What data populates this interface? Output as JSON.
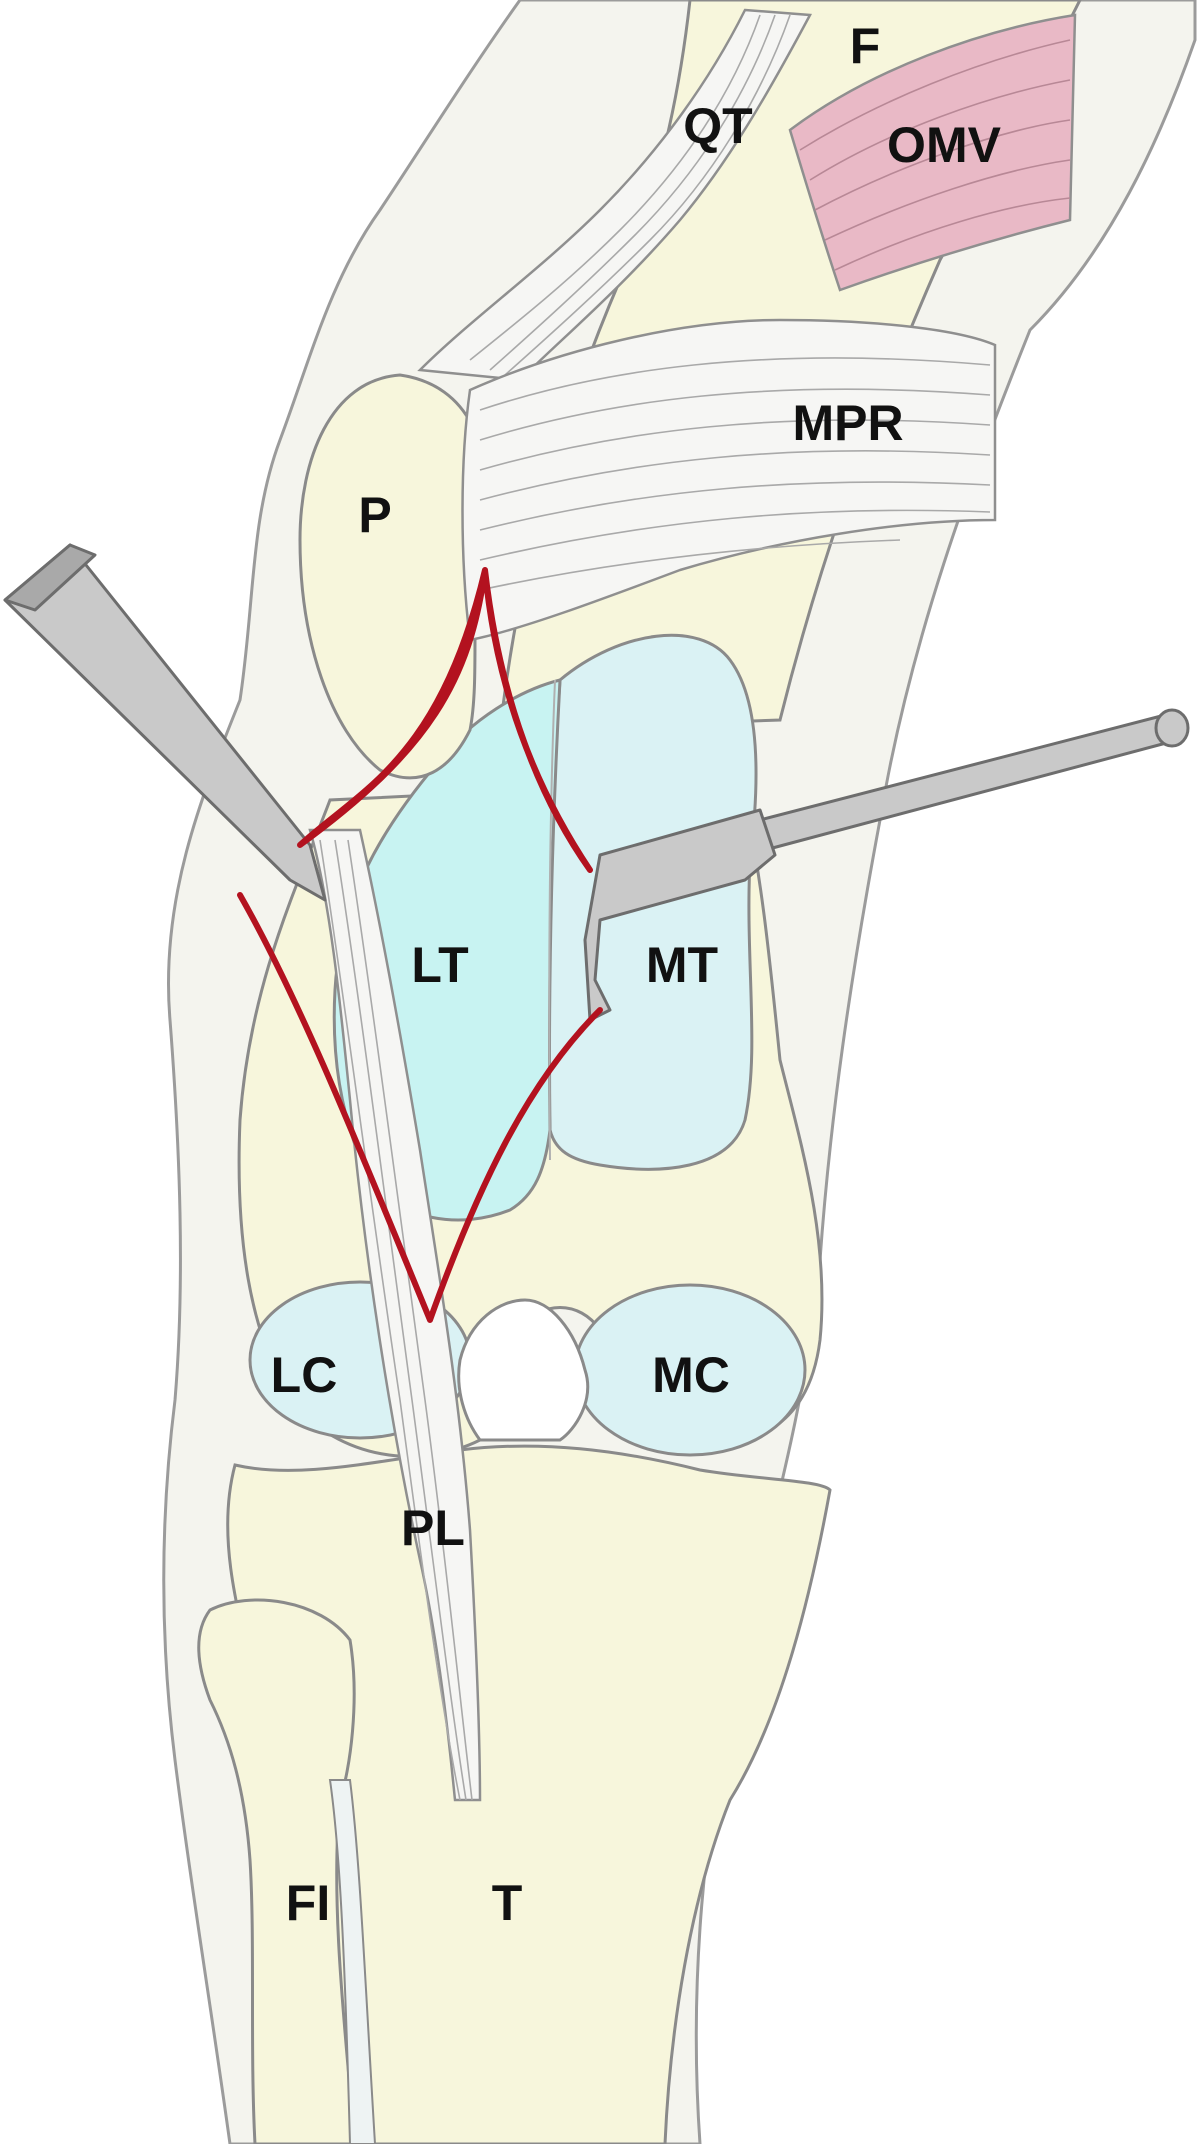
{
  "labels": {
    "femur": "F",
    "quadriceps_tendon": "QT",
    "omv": "OMV",
    "mpr": "MPR",
    "patella": "P",
    "lateral_trochlea": "LT",
    "medial_trochlea": "MT",
    "lateral_condyle": "LC",
    "medial_condyle": "MC",
    "patellar_ligament": "PL",
    "fibula": "FI",
    "tibia": "T"
  },
  "colors": {
    "bone": "#f7f6dc",
    "cartilage": "#daf2f4",
    "trochlea_highlight": "#c8f3f2",
    "muscle": "#e9b9c6",
    "tendon": "#f6f6f4",
    "incision": "#b3121f",
    "instrument": "#c9c9c9"
  }
}
